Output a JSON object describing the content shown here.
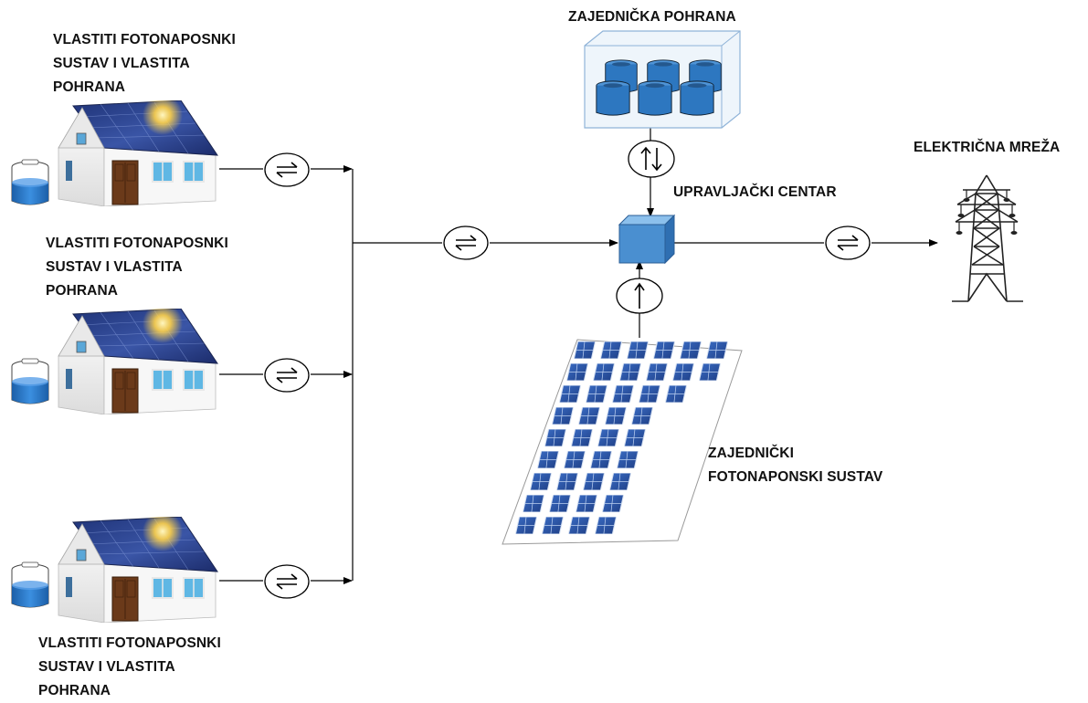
{
  "houses": [
    {
      "label_lines": [
        "VLASTITI FOTONAPOSNKI",
        "SUSTAV I VLASTITA",
        "POHRANA"
      ]
    },
    {
      "label_lines": [
        "VLASTITI FOTONAPOSNKI",
        "SUSTAV I VLASTITA",
        "POHRANA"
      ]
    },
    {
      "label_lines": [
        "VLASTITI FOTONAPOSNKI",
        "SUSTAV I VLASTITA",
        "POHRANA"
      ]
    }
  ],
  "shared_storage": {
    "label": "ZAJEDNIČKA POHRANA"
  },
  "control_center": {
    "label": "UPRAVLJAČKI CENTAR"
  },
  "grid": {
    "label": "ELEKTRIČNA MREŽA"
  },
  "shared_pv": {
    "label_lines": [
      "ZAJEDNIČKI",
      "FOTONAPONSKI SUSTAV"
    ]
  },
  "colors": {
    "roof": "#2c3e8c",
    "wall": "#f4f4f4",
    "door": "#6b3a1a",
    "battery": "#2d77c0",
    "control_cube": "#4a8fd0",
    "panel": "#2d58a8",
    "line": "#000000"
  },
  "icons": [
    "bidirectional-converter-icon",
    "battery-icon",
    "house-icon",
    "transmission-tower-icon",
    "solar-panel-icon",
    "control-cube-icon"
  ]
}
